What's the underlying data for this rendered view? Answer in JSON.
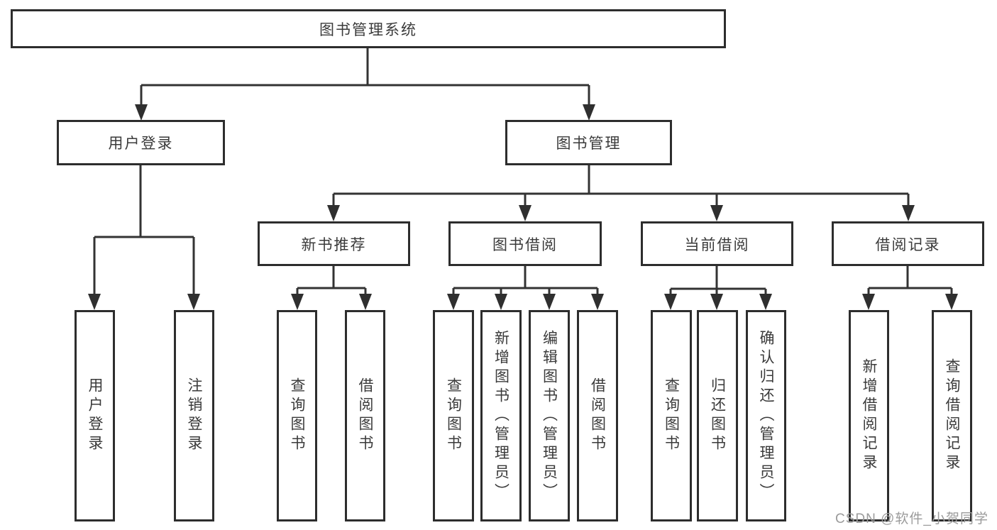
{
  "nodes": {
    "root": "图书管理系统",
    "user_login": "用户登录",
    "book_mgmt": "图书管理",
    "new_book_rec": "新书推荐",
    "book_borrow": "图书借阅",
    "current_borrow": "当前借阅",
    "borrow_records": "借阅记录",
    "leaf_user_login": "用户登录",
    "leaf_logout": "注销登录",
    "leaf_nbr_query": "查询图书",
    "leaf_nbr_borrow": "借阅图书",
    "leaf_bb_query": "查询图书",
    "leaf_bb_add": "新增图书（管理员）",
    "leaf_bb_edit": "编辑图书（管理员）",
    "leaf_bb_borrow": "借阅图书",
    "leaf_cb_query": "查询图书",
    "leaf_cb_return": "归还图书",
    "leaf_cb_confirm": "确认归还（管理员）",
    "leaf_br_add": "新增借阅记录",
    "leaf_br_query": "查询借阅记录"
  },
  "watermark": "CSDN @软件_小贺同学",
  "colors": {
    "line": "#333333",
    "border": "#2d2d2d",
    "text": "#3a3a3a",
    "watermark": "#9b9b9b"
  }
}
